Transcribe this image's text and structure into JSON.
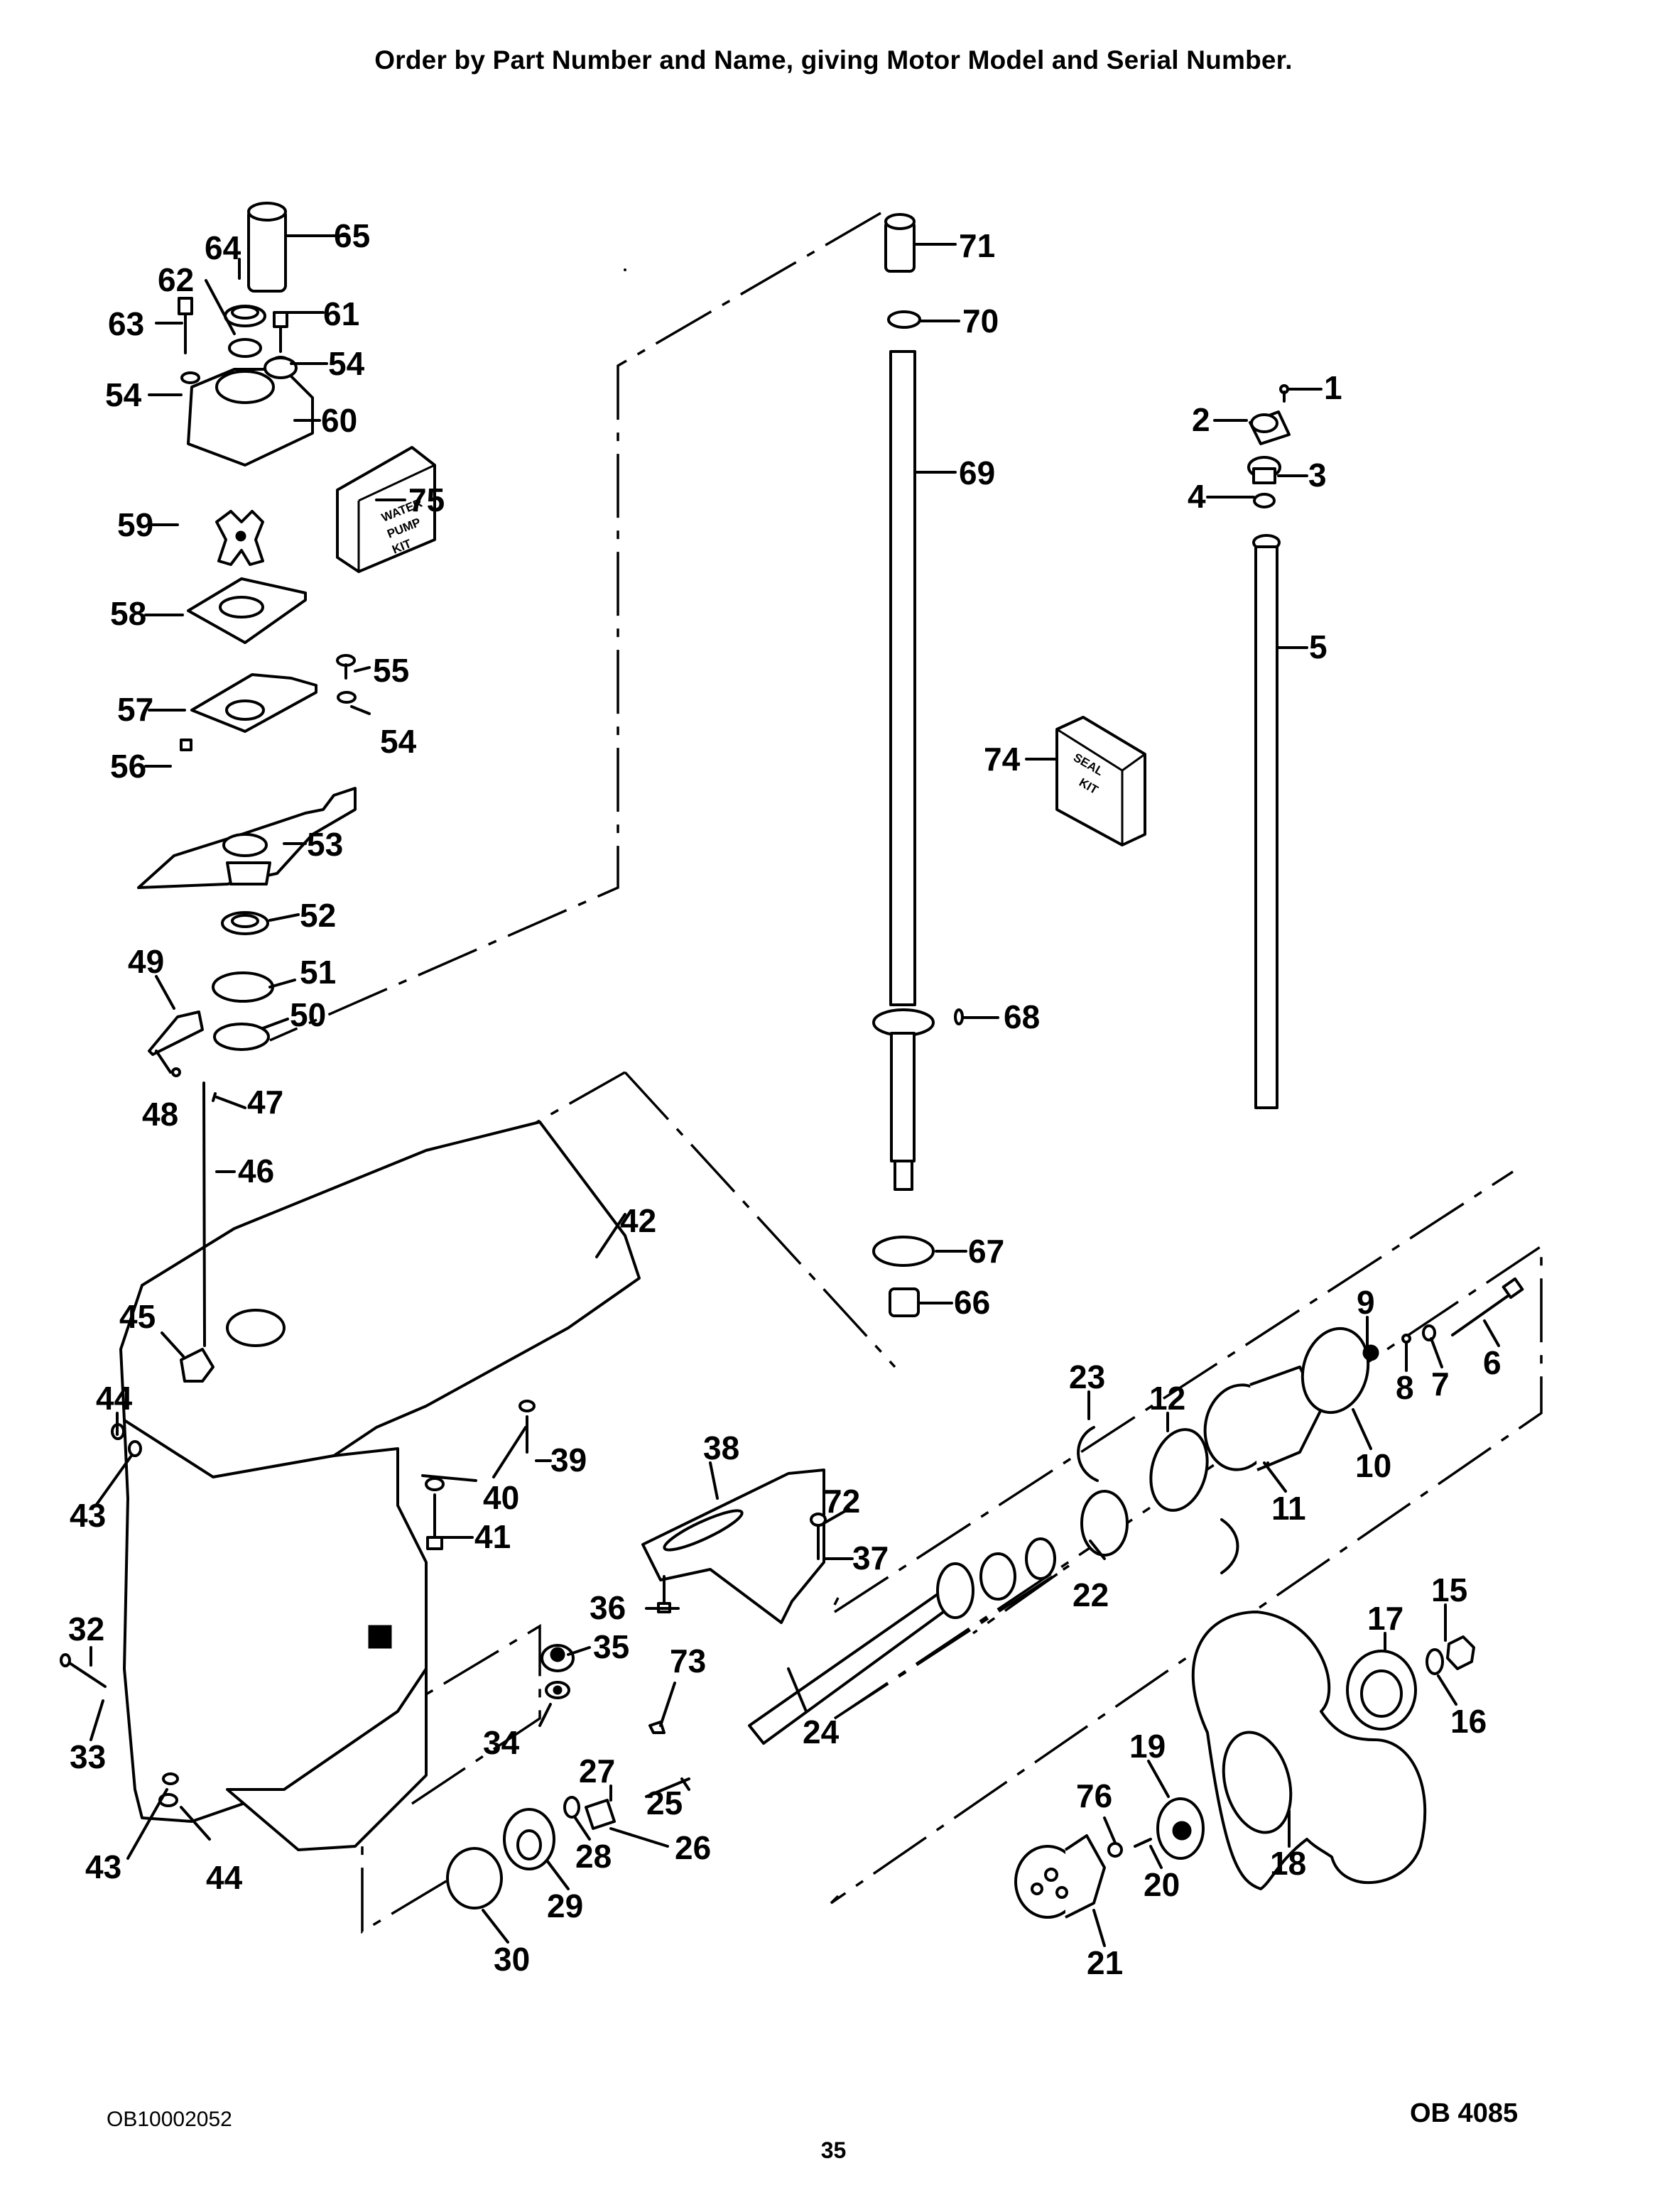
{
  "header": {
    "instruction": "Order by Part Number and Name, giving Motor Model and Serial Number."
  },
  "footer": {
    "document_code": "OB10002052",
    "figure_code": "OB 4085",
    "page_number": "35"
  },
  "kits": {
    "water_pump_kit": {
      "line1": "WATER",
      "line2": "PUMP",
      "line3": "KIT"
    },
    "seal_kit": {
      "line1": "SEAL",
      "line2": "KIT"
    }
  },
  "callouts": {
    "c1": "1",
    "c2": "2",
    "c3": "3",
    "c4": "4",
    "c5": "5",
    "c6": "6",
    "c7": "7",
    "c8": "8",
    "c9": "9",
    "c10": "10",
    "c11": "11",
    "c12": "12",
    "c15": "15",
    "c16": "16",
    "c17": "17",
    "c18": "18",
    "c19": "19",
    "c20": "20",
    "c21": "21",
    "c22": "22",
    "c23": "23",
    "c24": "24",
    "c25": "25",
    "c26": "26",
    "c27": "27",
    "c28": "28",
    "c29": "29",
    "c30": "30",
    "c32": "32",
    "c33": "33",
    "c34": "34",
    "c35": "35",
    "c36": "36",
    "c37": "37",
    "c38": "38",
    "c39": "39",
    "c40": "40",
    "c41": "41",
    "c42": "42",
    "c43a": "43",
    "c43b": "43",
    "c44a": "44",
    "c44b": "44",
    "c45": "45",
    "c46": "46",
    "c47": "47",
    "c48": "48",
    "c49": "49",
    "c50": "50",
    "c51": "51",
    "c52": "52",
    "c53": "53",
    "c54a": "54",
    "c54b": "54",
    "c54c": "54",
    "c55": "55",
    "c56": "56",
    "c57": "57",
    "c58": "58",
    "c59": "59",
    "c60": "60",
    "c61": "61",
    "c62": "62",
    "c63": "63",
    "c64": "64",
    "c65": "65",
    "c66": "66",
    "c67": "67",
    "c68": "68",
    "c69": "69",
    "c70": "70",
    "c71": "71",
    "c72": "72",
    "c73": "73",
    "c74": "74",
    "c75": "75",
    "c76": "76"
  }
}
